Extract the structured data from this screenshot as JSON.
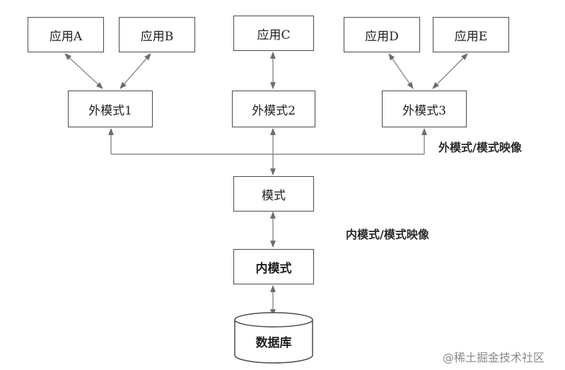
{
  "apps": [
    "应用A",
    "应用B",
    "应用C",
    "应用D",
    "应用E"
  ],
  "external_schemas": [
    "外模式1",
    "外模式2",
    "外模式3"
  ],
  "mapping_external": "外模式/模式映像",
  "schema": "模式",
  "mapping_internal": "内模式/模式映像",
  "internal_schema": "内模式",
  "database": "数据库",
  "watermark": "@稀土掘金技术社区"
}
